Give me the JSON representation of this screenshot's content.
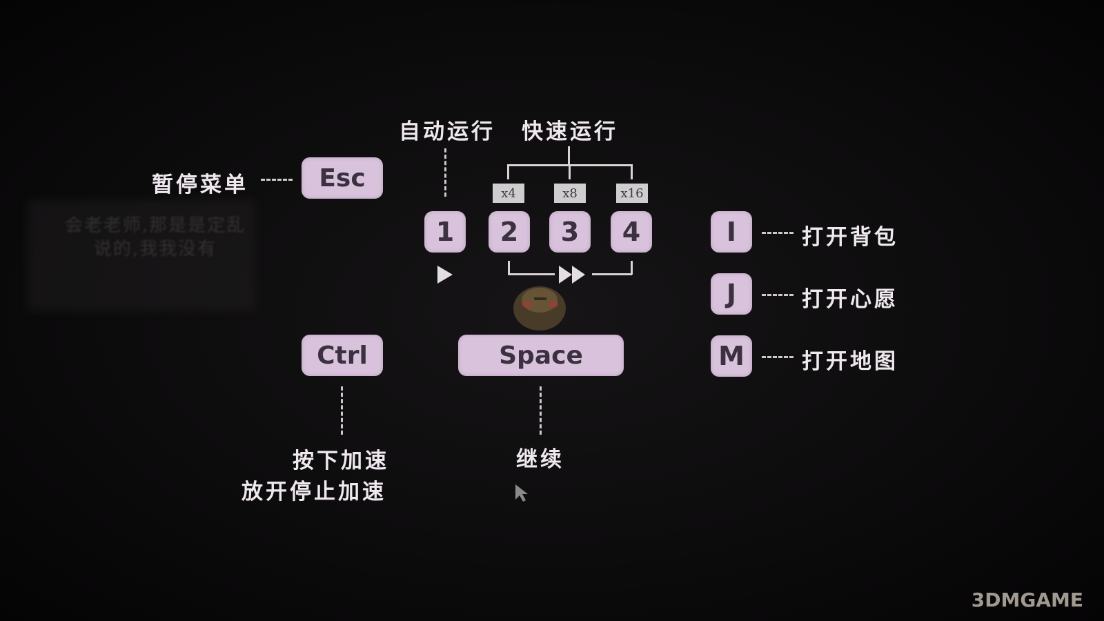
{
  "background_text": "会老老师,那是是定乱说的,我我没有",
  "keys": {
    "esc": "Esc",
    "one": "1",
    "two": "2",
    "three": "3",
    "four": "4",
    "i": "I",
    "j": "J",
    "m": "M",
    "ctrl": "Ctrl",
    "space": "Space"
  },
  "multipliers": {
    "x4": "x4",
    "x8": "x8",
    "x16": "x16"
  },
  "labels": {
    "pause_menu": "暂停菜单",
    "auto_run": "自动运行",
    "fast_run": "快速运行",
    "open_bag": "打开背包",
    "open_wish": "打开心愿",
    "open_map": "打开地图",
    "hold_speed": "按下加速",
    "release_speed": "放开停止加速",
    "continue": "继续"
  },
  "watermark": "3DMGAME",
  "colors": {
    "key": "#d9c3dc",
    "key_text": "#3b3140",
    "background": "#0c0b0c"
  }
}
